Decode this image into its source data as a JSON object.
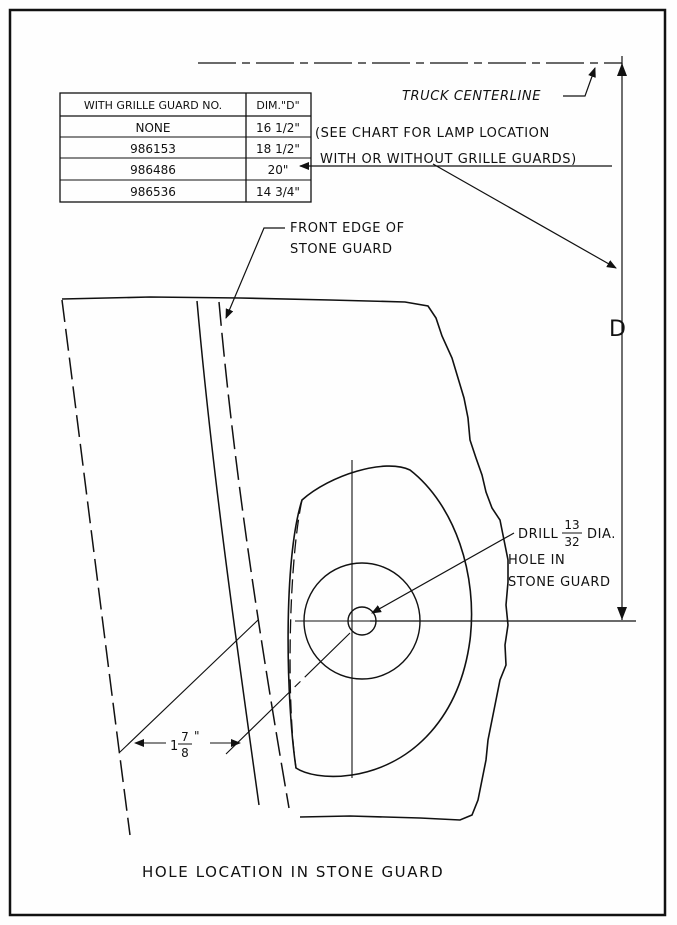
{
  "table": {
    "header_guard": "WITH GRILLE GUARD NO.",
    "header_dim": "DIM.\"D\"",
    "rows": [
      {
        "guard": "NONE",
        "dim": "16 1/2\""
      },
      {
        "guard": "986153",
        "dim": "18 1/2\""
      },
      {
        "guard": "986486",
        "dim": "20\""
      },
      {
        "guard": "986536",
        "dim": "14 3/4\""
      }
    ]
  },
  "labels": {
    "truck_centerline": "TRUCK CENTERLINE",
    "see_chart_line1": "(SEE CHART FOR LAMP LOCATION",
    "see_chart_line2": "WITH OR WITHOUT GRILLE GUARDS)",
    "front_edge_line1": "FRONT EDGE OF",
    "front_edge_line2": "STONE GUARD",
    "dim_d": "D",
    "drill_prefix": "DRILL",
    "drill_num": "13",
    "drill_den": "32",
    "drill_suffix": "DIA.",
    "hole_in_line1": "HOLE IN",
    "hole_in_line2": "STONE GUARD",
    "offset_whole": "1",
    "offset_num": "7",
    "offset_den": "8",
    "offset_unit": "\""
  },
  "caption": "HOLE LOCATION IN STONE GUARD"
}
